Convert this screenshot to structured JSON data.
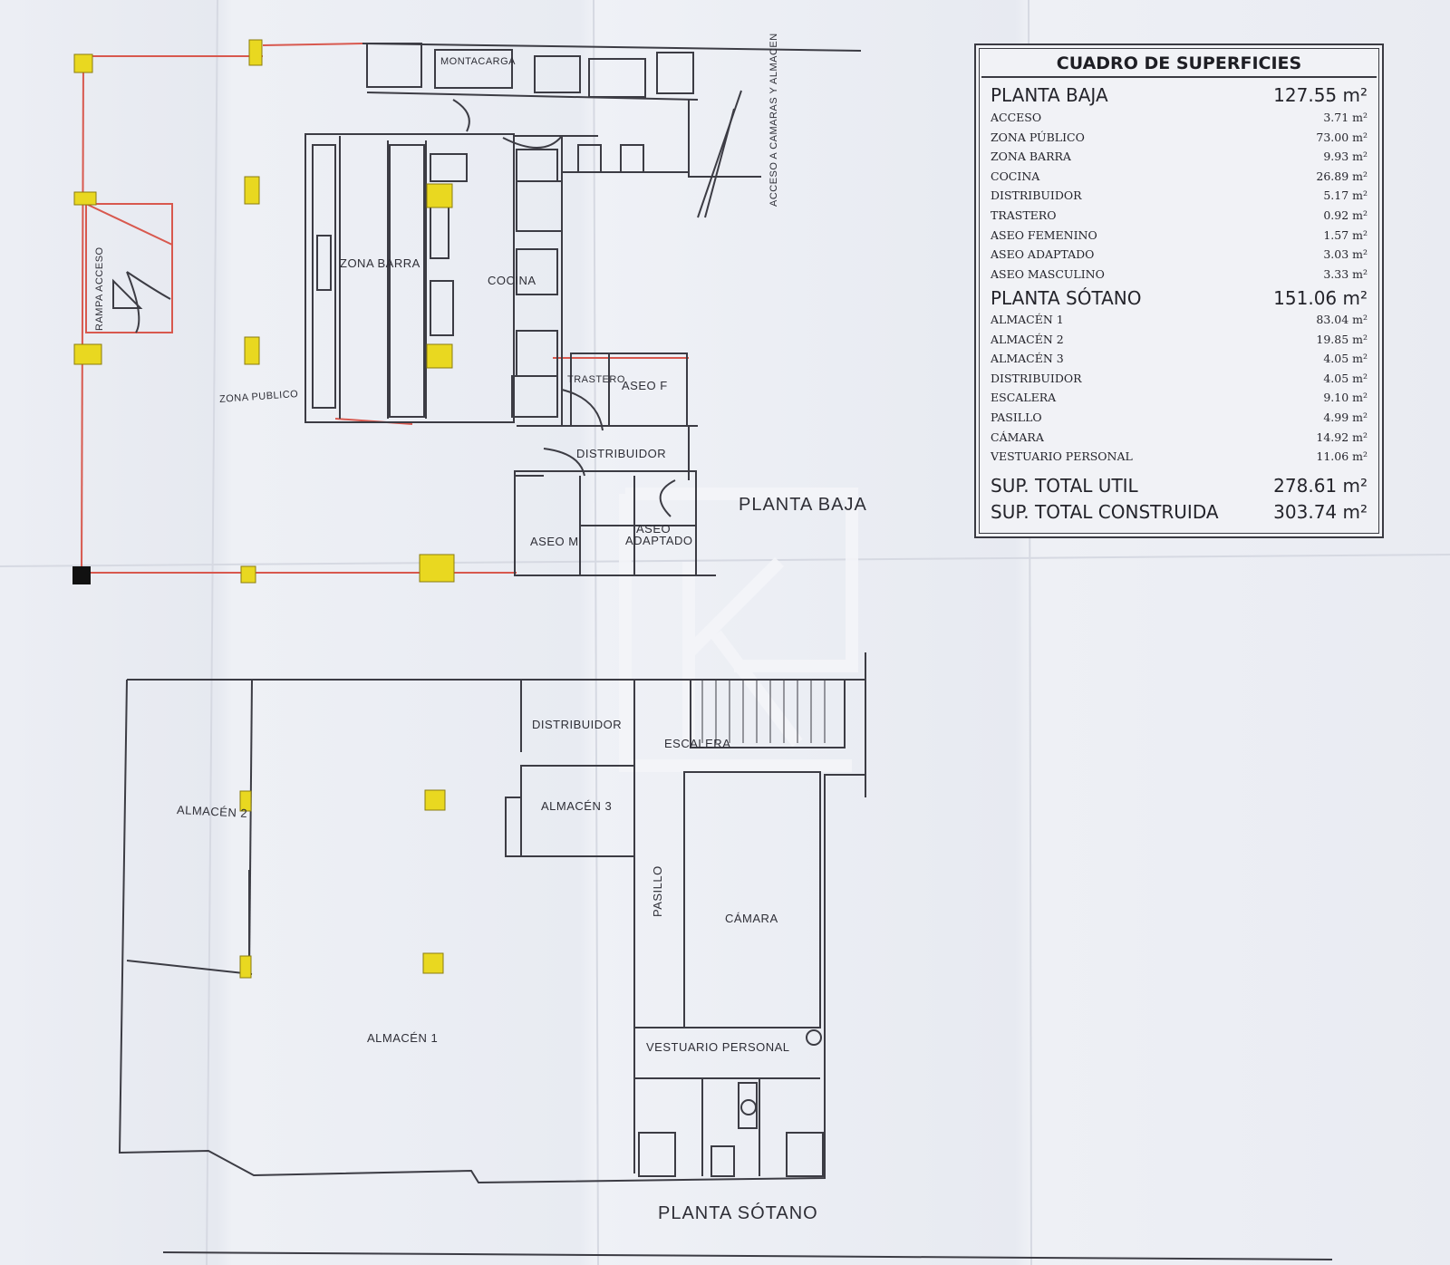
{
  "plan": {
    "ground_floor": {
      "title": "PLANTA BAJA",
      "rooms": {
        "montacarga": "MONTACARGA",
        "acceso_camaras": "ACCESO A CAMARAS Y ALMACEN",
        "zona_barra": "ZONA BARRA",
        "cocina": "COCINA",
        "rampa_acceso": "RAMPA ACCESO",
        "zona_publico": "ZONA PUBLICO",
        "trastero": "TRASTERO",
        "aseo_f": "ASEO F",
        "distribuidor": "DISTRIBUIDOR",
        "aseo_m": "ASEO M",
        "aseo_adaptado_1": "ASEO",
        "aseo_adaptado_2": "ADAPTADO"
      }
    },
    "basement": {
      "title": "PLANTA SÓTANO",
      "rooms": {
        "distribuidor": "DISTRIBUIDOR",
        "escalera": "ESCALERA",
        "almacen2": "ALMACÉN 2",
        "almacen3": "ALMACÉN 3",
        "pasillo": "PASILLO",
        "camara": "CÁMARA",
        "almacen1": "ALMACÉN 1",
        "vestuario": "VESTUARIO PERSONAL"
      }
    }
  },
  "surfaces": {
    "title": "CUADRO DE SUPERFICIES",
    "planta_baja": {
      "name": "PLANTA BAJA",
      "value": "127.55 m²"
    },
    "planta_baja_items": [
      {
        "name": "ACCESO",
        "value": "3.71 m²"
      },
      {
        "name": "ZONA PÚBLICO",
        "value": "73.00 m²"
      },
      {
        "name": "ZONA BARRA",
        "value": "9.93 m²"
      },
      {
        "name": "COCINA",
        "value": "26.89 m²"
      },
      {
        "name": "DISTRIBUIDOR",
        "value": "5.17 m²"
      },
      {
        "name": "TRASTERO",
        "value": "0.92 m²"
      },
      {
        "name": "ASEO FEMENINO",
        "value": "1.57 m²"
      },
      {
        "name": "ASEO ADAPTADO",
        "value": "3.03 m²"
      },
      {
        "name": "ASEO MASCULINO",
        "value": "3.33 m²"
      }
    ],
    "planta_sotano": {
      "name": "PLANTA SÓTANO",
      "value": "151.06 m²"
    },
    "planta_sotano_items": [
      {
        "name": "ALMACÉN 1",
        "value": "83.04 m²"
      },
      {
        "name": "ALMACÉN 2",
        "value": "19.85 m²"
      },
      {
        "name": "ALMACÉN 3",
        "value": "4.05 m²"
      },
      {
        "name": "DISTRIBUIDOR",
        "value": "4.05 m²"
      },
      {
        "name": "ESCALERA",
        "value": "9.10 m²"
      },
      {
        "name": "PASILLO",
        "value": "4.99 m²"
      },
      {
        "name": "CÁMARA",
        "value": "14.92 m²"
      },
      {
        "name": "VESTUARIO PERSONAL",
        "value": "11.06 m²"
      }
    ],
    "sup_util": {
      "name": "SUP. TOTAL UTIL",
      "value": "278.61 m²"
    },
    "sup_construida": {
      "name": "SUP. TOTAL CONSTRUIDA",
      "value": "303.74 m²"
    }
  },
  "colors": {
    "wall": "#3c3c44",
    "red_line": "#d8584e",
    "column_yellow": "#e9d820",
    "column_black": "#111111"
  }
}
